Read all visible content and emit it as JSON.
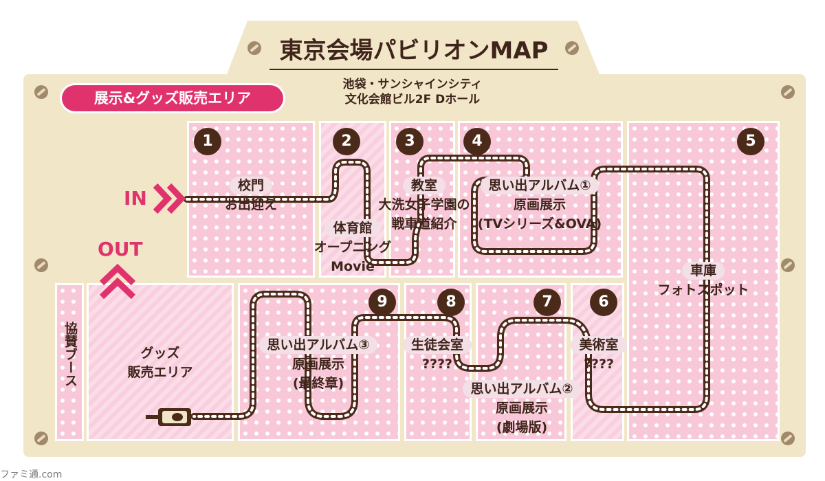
{
  "title": "東京会場パビリオンMAP",
  "venue": {
    "line1": "池袋・サンシャインシティ",
    "line2": "文化会館ビル2F Dホール"
  },
  "area_label": "展示&グッズ販売エリア",
  "entrance": {
    "in": "IN",
    "out": "OUT"
  },
  "rooms": [
    {
      "number": "1",
      "name": "校門",
      "desc": "お出迎え"
    },
    {
      "number": "2",
      "name": "体育館",
      "desc_lines": [
        "オープニング",
        "Movie"
      ]
    },
    {
      "number": "3",
      "name": "教室",
      "desc_lines": [
        "大洗女子学園の",
        "戦車道紹介"
      ]
    },
    {
      "number": "4",
      "name": "思い出アルバム①",
      "desc_lines": [
        "原画展示",
        "(TVシリーズ&OVA)"
      ]
    },
    {
      "number": "5",
      "name": "車庫",
      "desc": "フォトスポット"
    },
    {
      "number": "6",
      "name": "美術室",
      "desc": "????"
    },
    {
      "number": "7",
      "name": "思い出アルバム②",
      "desc_lines": [
        "原画展示",
        "(劇場版)"
      ]
    },
    {
      "number": "8",
      "name": "生徒会室",
      "desc": "????"
    },
    {
      "number": "9",
      "name": "思い出アルバム③",
      "desc_lines": [
        "原画展示",
        "(最終章)"
      ]
    }
  ],
  "goods_area": {
    "line1": "グッズ",
    "line2": "販売エリア"
  },
  "sponsor_booth": "協賛ブース",
  "watermark": "ファミ通.com",
  "colors": {
    "accent": "#e0336d",
    "board": "#f1e6c8",
    "brown": "#4b2a1a",
    "pink": "#f8c8d8"
  }
}
